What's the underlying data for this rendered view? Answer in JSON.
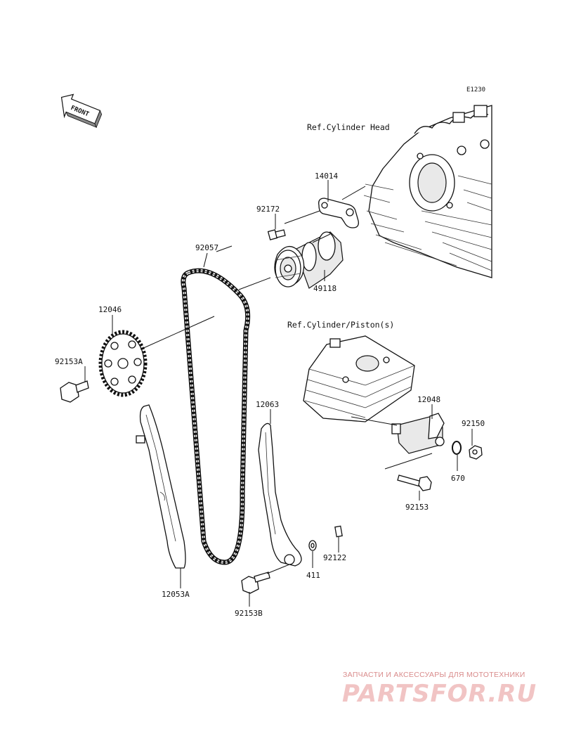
{
  "diagram_code": "E1230",
  "front_label": "FRONT",
  "references": {
    "cylinder_head": "Ref.Cylinder Head",
    "cylinder_piston": "Ref.Cylinder/Piston(s)"
  },
  "parts": {
    "p14014": "14014",
    "p92172": "92172",
    "p92057": "92057",
    "p49118": "49118",
    "p12046": "12046",
    "p92153A": "92153A",
    "p12063": "12063",
    "p12048": "12048",
    "p92150": "92150",
    "p670": "670",
    "p92153": "92153",
    "p92122": "92122",
    "p411": "411",
    "p12053A": "12053A",
    "p92153B": "92153B"
  },
  "watermark": {
    "caption": "ЗАПЧАСТИ И АКСЕССУАРЫ ДЛЯ МОТОТЕХНИКИ",
    "logo": "PARTSFOR.RU"
  }
}
